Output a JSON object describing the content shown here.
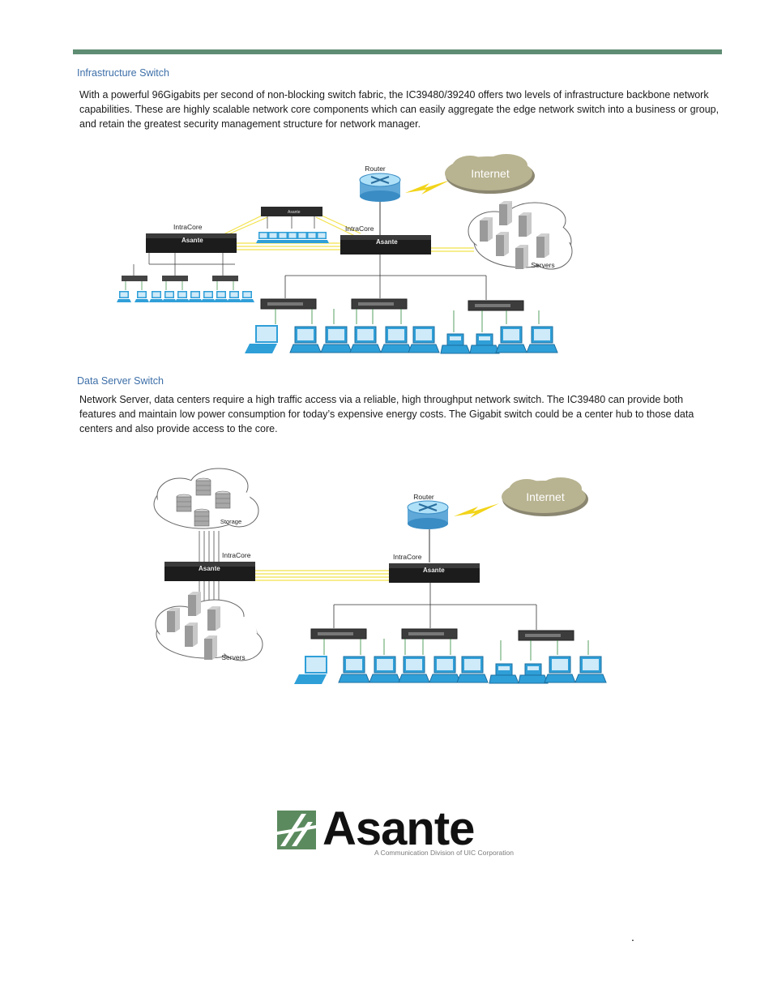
{
  "section1": {
    "heading": "Infrastructure Switch",
    "body": "With a  powerful 96Gigabits per second of non-blocking switch fabric, the IC39480/39240 offers two levels of infrastructure backbone network capabilities. These are highly scalable network core components which can easily aggregate the edge network switch into a business or group, and retain the greatest security management structure for network manager.",
    "diagram": {
      "router_label": "Router",
      "internet_label": "Internet",
      "core_left_label": "IntraCore",
      "core_right_label": "IntraCore",
      "servers_label": "Servers",
      "switch_brand": "Asante"
    }
  },
  "section2": {
    "heading": "Data Server Switch",
    "body": "Network Server, data centers require a high traffic access via a reliable, high throughput network switch.  The IC39480 can provide both features and maintain low  power consumption for today’s expensive energy costs. The Gigabit switch could be a center hub to those data centers and also provide access to the core.",
    "diagram": {
      "router_label": "Router",
      "internet_label": "Internet",
      "core_left_label": "IntraCore",
      "core_right_label": "IntraCore",
      "storage_label": "Storage",
      "servers_label": "Servers",
      "switch_brand": "Asante"
    }
  },
  "logo": {
    "word": "Asante",
    "tagline": "A Communication Division of UIC Corporation"
  },
  "footer": {
    "mark": "."
  },
  "colors": {
    "accent_bar": "#5f8d73",
    "heading": "#3d6fa8",
    "device_blue": "#2f9fd8",
    "fiber": "#f2e24a",
    "cloud": "#b8b390"
  }
}
